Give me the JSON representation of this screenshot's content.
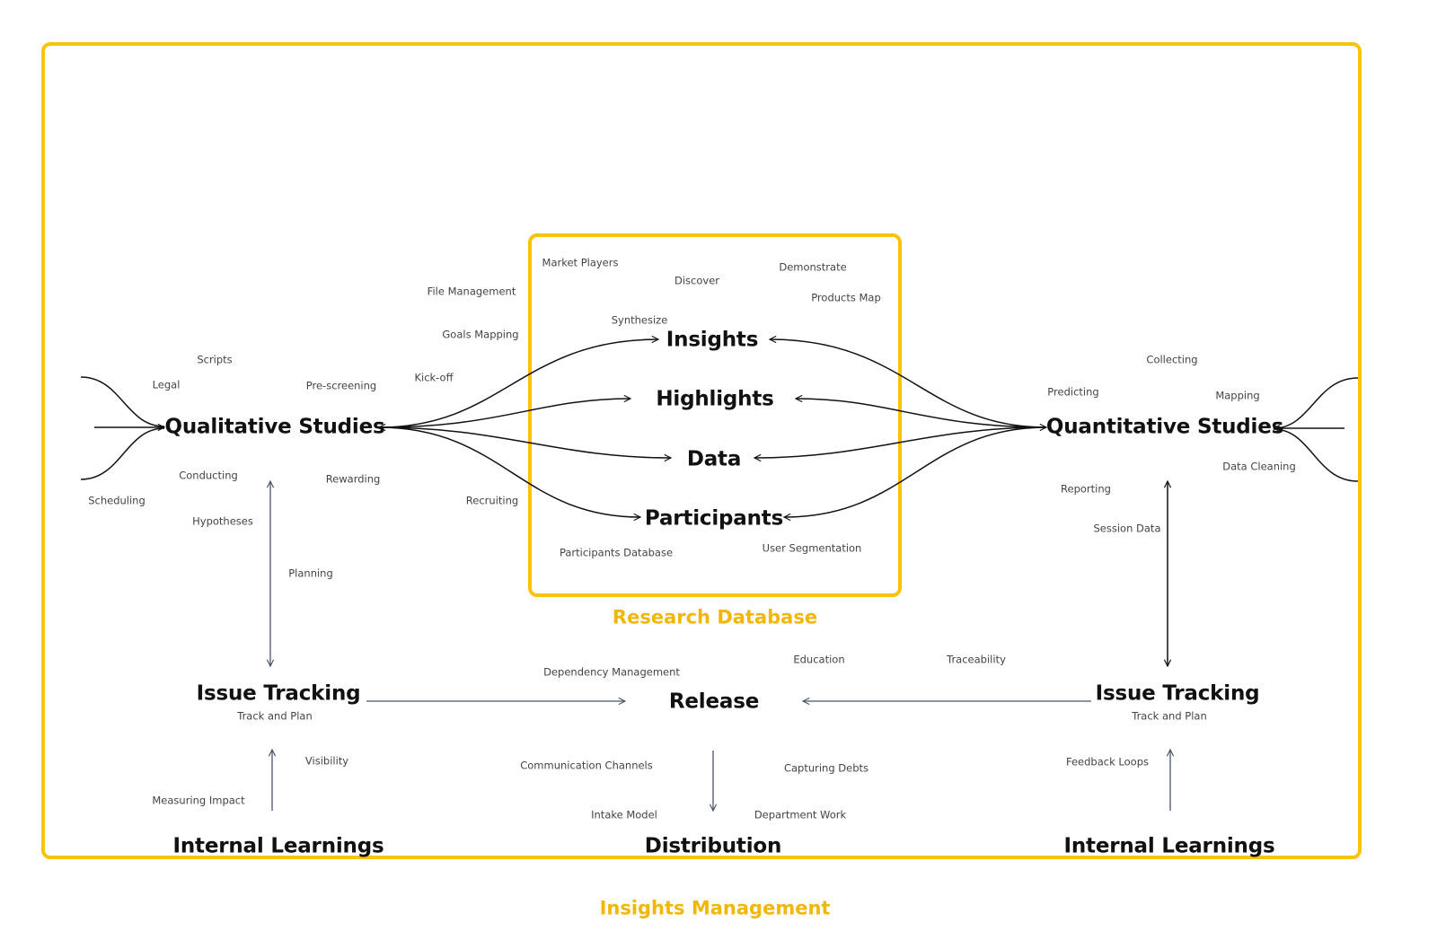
{
  "frames": {
    "outer_label": "Insights Management",
    "inner_label": "Research Database",
    "accent_color": "#F8C30B"
  },
  "nodes": {
    "qualitative": "Qualitative Studies",
    "quantitative": "Quantitative Studies",
    "insights": "Insights",
    "highlights": "Highlights",
    "data": "Data",
    "participants": "Participants",
    "issue_left": "Issue Tracking",
    "issue_left_sub": "Track and Plan",
    "issue_right": "Issue Tracking",
    "issue_right_sub": "Track and Plan",
    "release": "Release",
    "learnings_left": "Internal Learnings",
    "learnings_right": "Internal Learnings",
    "distribution": "Distribution"
  },
  "labels": {
    "market_players": "Market Players",
    "discover": "Discover",
    "demonstrate": "Demonstrate",
    "products_map": "Products Map",
    "synthesize": "Synthesize",
    "file_management": "File Management",
    "goals_mapping": "Goals Mapping",
    "kick_off": "Kick-off",
    "recruiting": "Recruiting",
    "participants_database": "Participants Database",
    "user_segmentation": "User Segmentation",
    "scripts": "Scripts",
    "legal": "Legal",
    "pre_screening": "Pre-screening",
    "conducting": "Conducting",
    "rewarding": "Rewarding",
    "scheduling": "Scheduling",
    "hypotheses": "Hypotheses",
    "planning": "Planning",
    "collecting": "Collecting",
    "predicting": "Predicting",
    "mapping": "Mapping",
    "data_cleaning": "Data Cleaning",
    "reporting": "Reporting",
    "session_data": "Session Data",
    "dependency_management": "Dependency Management",
    "education": "Education",
    "traceability": "Traceability",
    "visibility": "Visibility",
    "measuring_impact": "Measuring Impact",
    "communication_channels": "Communication Channels",
    "capturing_debts": "Capturing Debts",
    "intake_model": "Intake Model",
    "department_work": "Department Work",
    "feedback_loops": "Feedback Loops"
  }
}
